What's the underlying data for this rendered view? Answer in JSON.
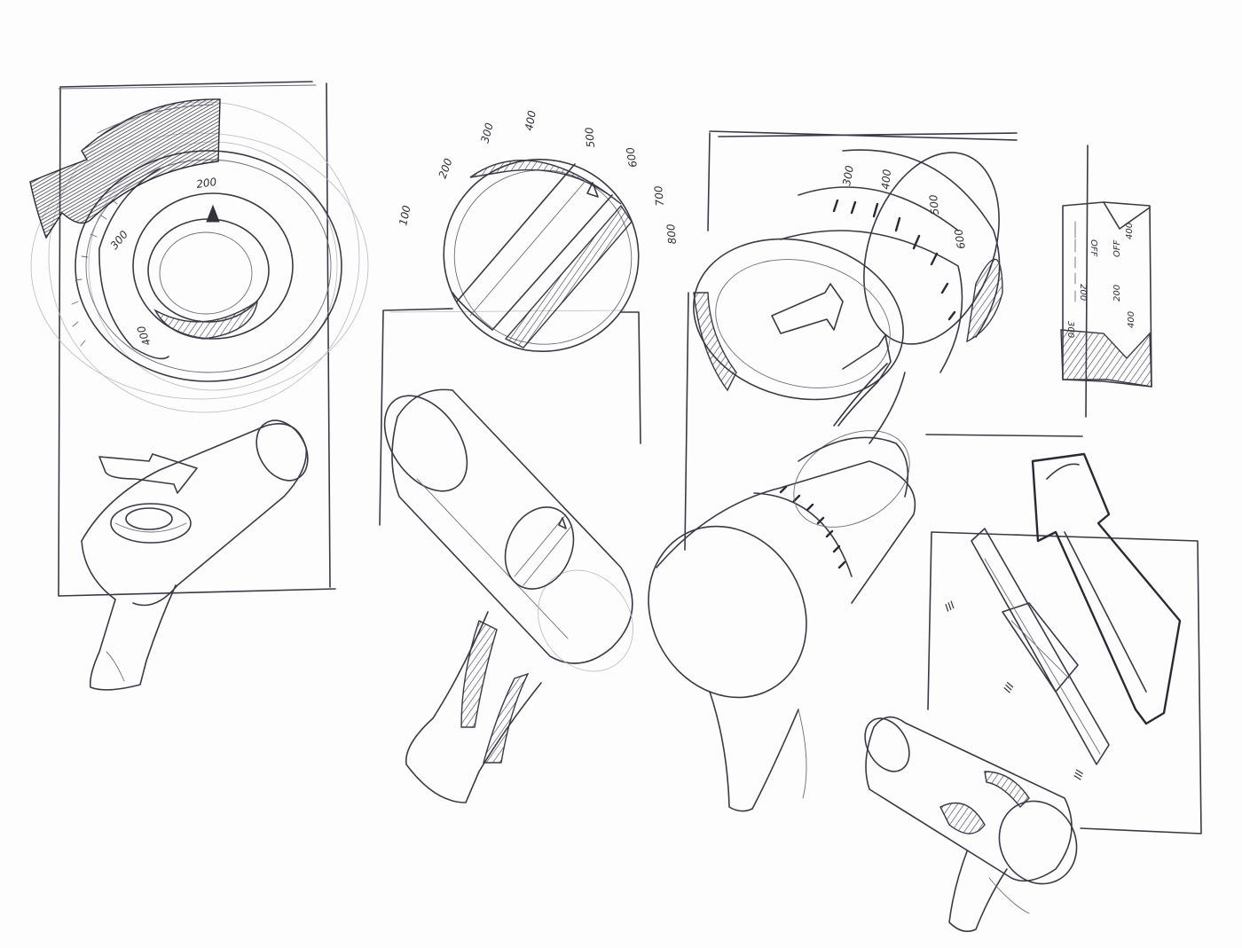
{
  "sketch": {
    "dial_labels": {
      "dial_a": [
        "200",
        "300",
        "400"
      ],
      "dial_b": [
        "100",
        "200",
        "300",
        "400",
        "500",
        "600",
        "700",
        "800"
      ],
      "dial_c": [
        "300",
        "400",
        "500",
        "600"
      ],
      "slider": [
        "OFF",
        "200",
        "300",
        "400",
        "OFF",
        "200",
        "400"
      ],
      "rocker": [
        "III",
        "III",
        "III"
      ]
    },
    "colors": {
      "ink": "#3a3a46",
      "paper": "#fdfdfd"
    }
  }
}
